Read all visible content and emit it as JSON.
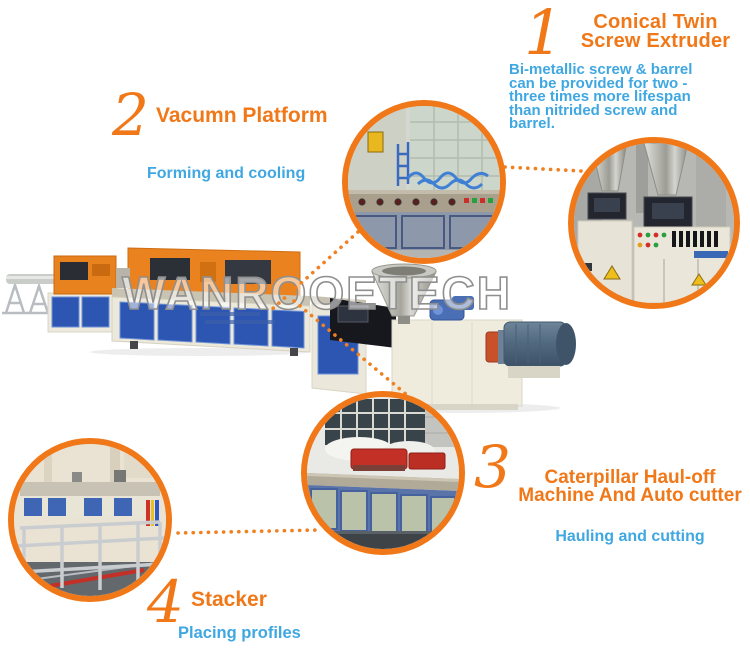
{
  "watermark": "WANROOETECH",
  "colors": {
    "accent_orange": "#F07818",
    "info_blue": "#3FA7E1",
    "ring_orange": "#F07818",
    "dot_orange": "#F08020",
    "machine_panel_blue": "#2D56B2",
    "machine_body_cream": "#ECE8DA"
  },
  "callouts": {
    "extruder": {
      "number": "1",
      "title": "Conical Twin Screw Extruder",
      "description": "Bi-metallic screw & barrel can be provided for two - three times more lifespan than nitrided screw and barrel."
    },
    "vacuum": {
      "number": "2",
      "title": "Vacumn Platform",
      "subtitle": "Forming and cooling"
    },
    "hauloff": {
      "number": "3",
      "title": "Caterpillar Haul-off Machine And Auto cutter",
      "subtitle": "Hauling and cutting"
    },
    "stacker": {
      "number": "4",
      "title": "Stacker",
      "subtitle": "Placing profiles"
    }
  }
}
